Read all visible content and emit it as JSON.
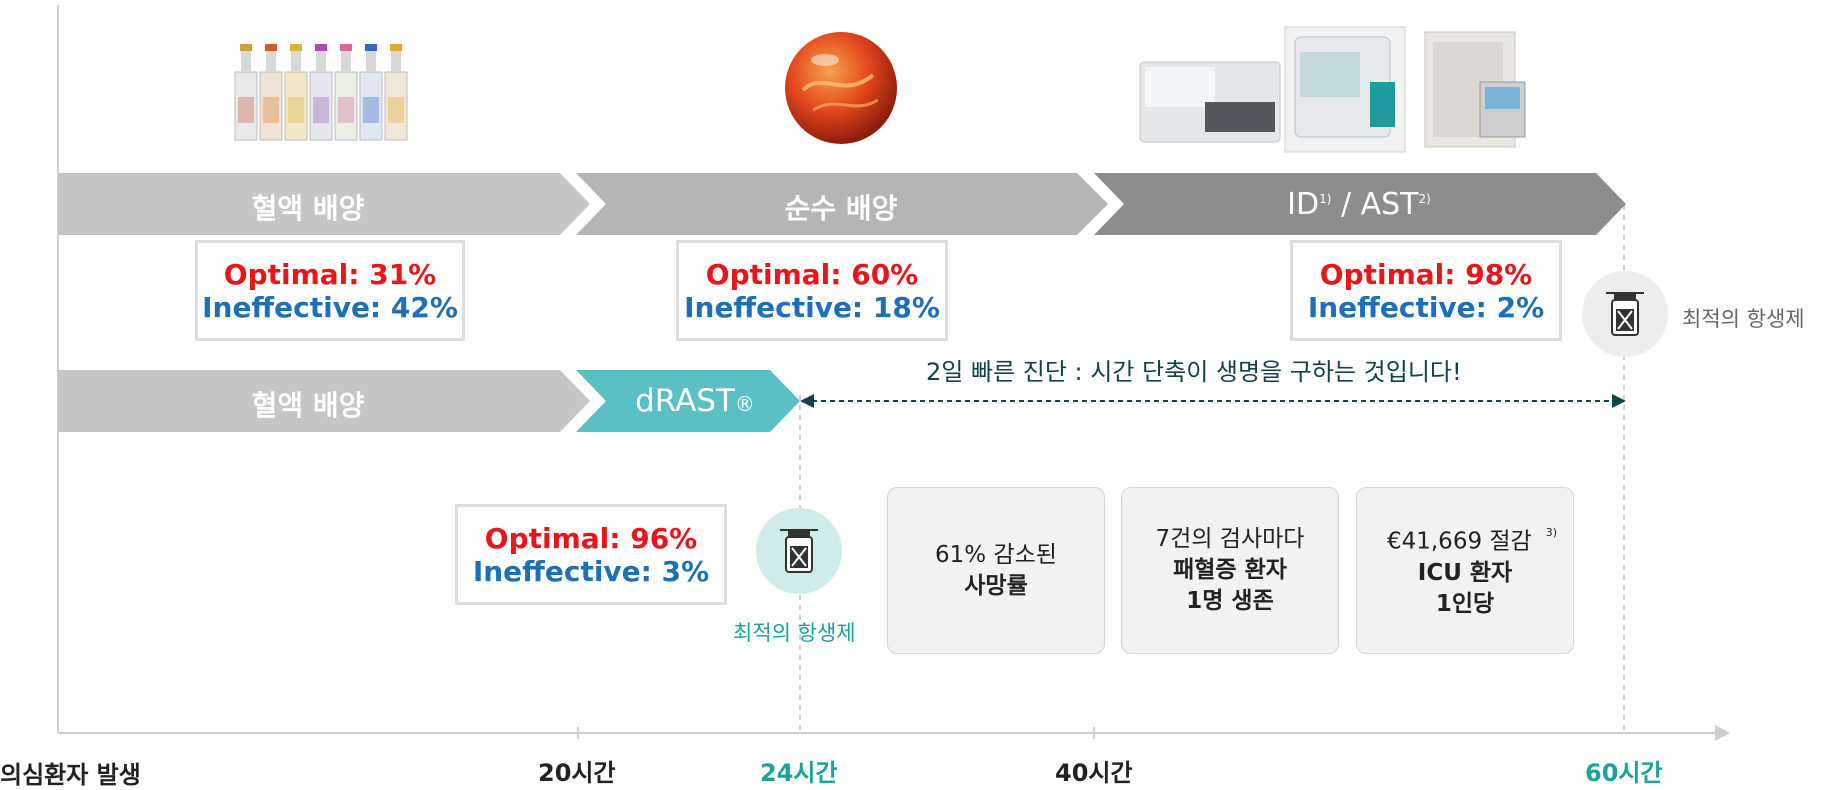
{
  "stages_top": [
    {
      "label": "혈액 배양"
    },
    {
      "label": "순수 배양"
    },
    {
      "label": "ID",
      "sup1": "1)",
      "label2": "/ AST",
      "sup2": "2)"
    }
  ],
  "stages_bottom": [
    {
      "label": "혈액 배양"
    },
    {
      "label": "dRAST",
      "mark": "®"
    }
  ],
  "stats": [
    {
      "optimal": "Optimal: 31%",
      "ineffective": "Ineffective: 42%"
    },
    {
      "optimal": "Optimal: 60%",
      "ineffective": "Ineffective: 18%"
    },
    {
      "optimal": "Optimal: 98%",
      "ineffective": "Ineffective: 2%"
    },
    {
      "optimal": "Optimal: 96%",
      "ineffective": "Ineffective: 3%"
    }
  ],
  "antibiotic_label_right": "최적의 항생제",
  "antibiotic_label_drast": "최적의 항생제",
  "speed_message": "2일 빠른 진단 : 시간 단축이 생명을 구하는 것입니다!",
  "impacts": [
    {
      "line1": "61% 감소된",
      "line2": "사망률",
      "line3": ""
    },
    {
      "line1": "7건의 검사마다",
      "line2": "패혈증 환자",
      "line3": "1명 생존"
    },
    {
      "line1": "€41,669 절감",
      "sup": "3)",
      "line2": "ICU 환자",
      "line3": "1인당"
    }
  ],
  "axis": {
    "start": "의심환자 발생",
    "t20": "20시간",
    "t24": "24시간",
    "t40": "40시간",
    "t60": "60시간"
  },
  "colors": {
    "optimal": "#e8151b",
    "ineffective": "#1d6fb8",
    "teal": "#5bc0c4",
    "teal_text": "#1aa39a",
    "arrow_dark": "#14404a"
  }
}
